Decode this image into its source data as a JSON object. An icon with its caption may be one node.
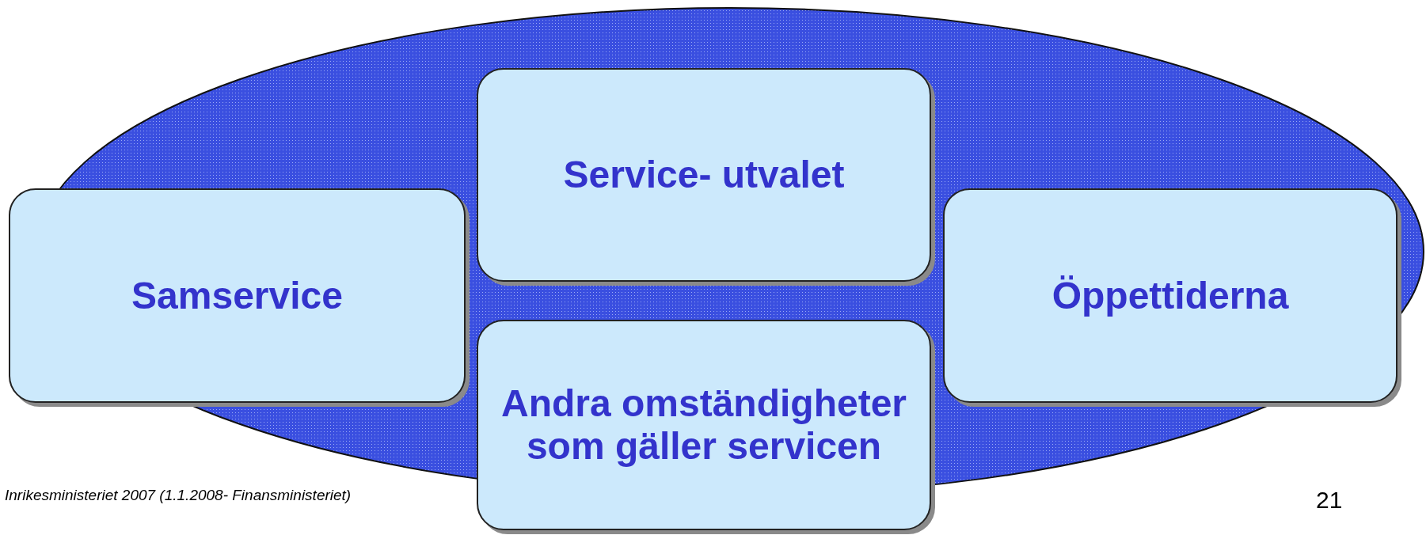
{
  "diagram": {
    "nodes": [
      {
        "text": [
          "Samservice"
        ]
      },
      {
        "text": [
          "Service- utvalet"
        ]
      },
      {
        "text": [
          "Öppettiderna"
        ]
      },
      {
        "text": [
          "Andra omständigheter som gäller servicen"
        ]
      }
    ],
    "labels": [
      "Inrikesministeriet 2007 (1.1.2008- Finansministeriet)",
      "21"
    ]
  }
}
